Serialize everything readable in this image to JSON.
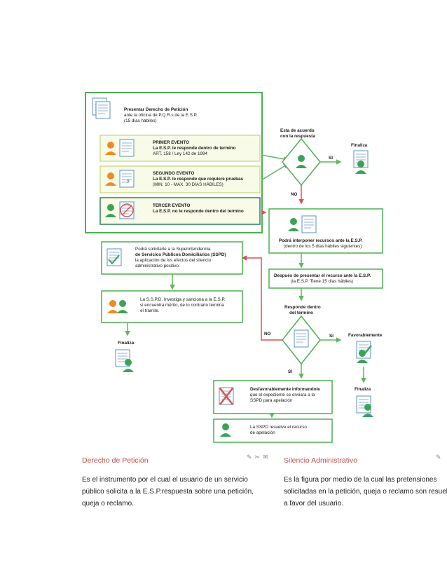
{
  "diagram": {
    "start": {
      "title": "Presentar Derecho de Petición",
      "line1": "ante la oficina de P.Q.R.s de la E.S.P.",
      "line2": "(15 días hábiles)"
    },
    "event1": {
      "title": "PRIMER EVENTO",
      "line1": "La E.S.P. le responde dentro de termino",
      "line2": "ART. 158 / Ley 142 de 1994"
    },
    "event2": {
      "title": "SEGUNDO  EVENTO",
      "line1": "La E.S.P. le responde que requiere pruebas",
      "line2": "(MIN. 10 - MAX. 30 DÍAS HÁBILES)"
    },
    "event3": {
      "title": "TERCER EVENTO",
      "line1": "La E.S.P. no le responde dentro del termino"
    },
    "decision1": {
      "line1": "Esta de acuerdo",
      "line2": "con la respuesta"
    },
    "si1": "SI",
    "no1": "NO",
    "finaliza1": "Finaliza",
    "recursos": {
      "line1": "Podrá interponer recursos  ante la E.S.P.",
      "line2": "(dentro de los 5 días  hábiles siguientes)"
    },
    "despues": {
      "line1": "Después de presentar el recurso ante la E.S.P.",
      "line2": "(la E.S.P. Tiene 15 días hábiles)"
    },
    "decision2": {
      "line1": "Responde dentro",
      "line2": "del termino"
    },
    "no2": "NO",
    "si2": "SI",
    "si3": "SI",
    "favorablemente": "Favorablemente",
    "sspd": {
      "line1": "Podrá solicitarle a la Superintendencia",
      "line2": "de Servicios Públicos Domiciliarios (SSPD)",
      "line3": "la aplicación de los efectos del silencio",
      "line4": "administrativo positivo."
    },
    "ssspd_investiga": {
      "line1": "La S.S.P.D. Investiga y sanciona a la E.S.P.",
      "line2": "si encuentra mérito, de lo contrario termina",
      "line3": "el tramite."
    },
    "finaliza_left": "Finaliza",
    "desfavorable": {
      "line1": "Desfavorablemente informandole",
      "line2": "que el expediente se enviara  a la",
      "line3": "SSPD para apelación"
    },
    "finaliza_right": "Finaliza",
    "sspd_resuelve": {
      "line1": "La SSPD resuelve el recurso",
      "line2": "de apelación"
    }
  },
  "left_section": {
    "title": "Derecho de Petición",
    "lines": [
      "Es el instrumento por el cual el usuario de un servicio",
      "público solicita a la E.S.P.respuesta sobre una petición,",
      "queja o reclamo."
    ]
  },
  "right_section": {
    "title": "Silencio Administrativo",
    "lines": [
      "Es la figura por medio de la cual las pretensiones",
      "solicitadas en la petición, queja o reclamo son resueltas",
      "a favor del usuario."
    ]
  },
  "colors": {
    "frame_green": "#4caf50",
    "arrow_green": "#5cb85c",
    "arrow_red": "#d9534f",
    "event_fill": "#f7fbe8",
    "accent": "#c0504d"
  }
}
